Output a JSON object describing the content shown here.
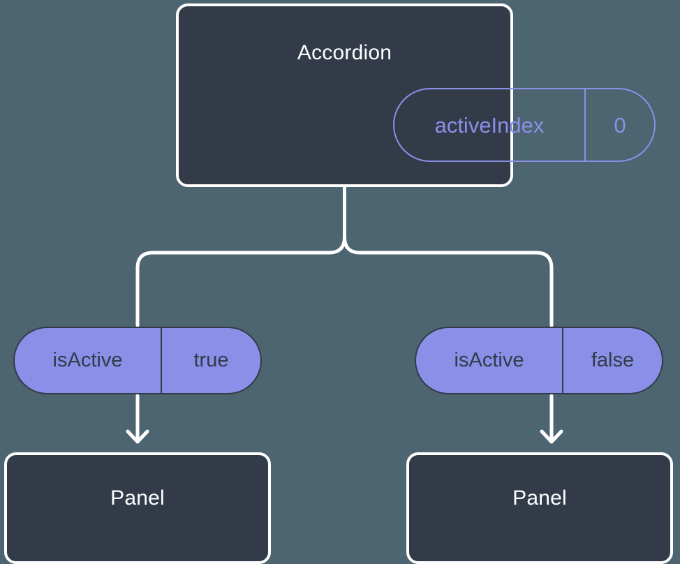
{
  "background_color": "#4c6570",
  "node_fill_color": "#333b49",
  "node_border_color": "#ffffff",
  "accent_color": "#8a90e8",
  "connector_color": "#ffffff",
  "diagram": {
    "root": {
      "title": "Accordion",
      "state_badge": {
        "key": "activeIndex",
        "value": "0",
        "style": "outlined"
      }
    },
    "branches": [
      {
        "side": "left",
        "prop_badge": {
          "key": "isActive",
          "value": "true",
          "style": "filled"
        },
        "child": {
          "title": "Panel"
        }
      },
      {
        "side": "right",
        "prop_badge": {
          "key": "isActive",
          "value": "false",
          "style": "filled"
        },
        "child": {
          "title": "Panel"
        }
      }
    ]
  }
}
